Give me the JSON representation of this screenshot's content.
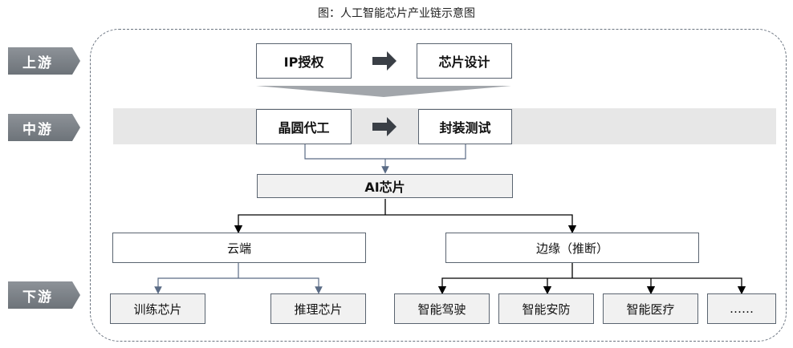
{
  "title": "图：人工智能芯片产业链示意图",
  "stages": {
    "upstream": "上游",
    "midstream": "中游",
    "downstream": "下游"
  },
  "upstream": {
    "ip": "IP授权",
    "design": "芯片设计"
  },
  "midstream": {
    "foundry": "晶圆代工",
    "packaging": "封装测试"
  },
  "ai_chip": "AI芯片",
  "branches": {
    "cloud": "云端",
    "edge": "边缘（推断）"
  },
  "cloud_children": [
    "训练芯片",
    "推理芯片"
  ],
  "edge_children": [
    "智能驾驶",
    "智能安防",
    "智能医疗",
    "……"
  ],
  "colors": {
    "stage_tag": "#7b8086",
    "arrow": "#3a3f46",
    "band": "#e7e7e7",
    "line": "#000000",
    "blue_line": "#5a6b85"
  }
}
